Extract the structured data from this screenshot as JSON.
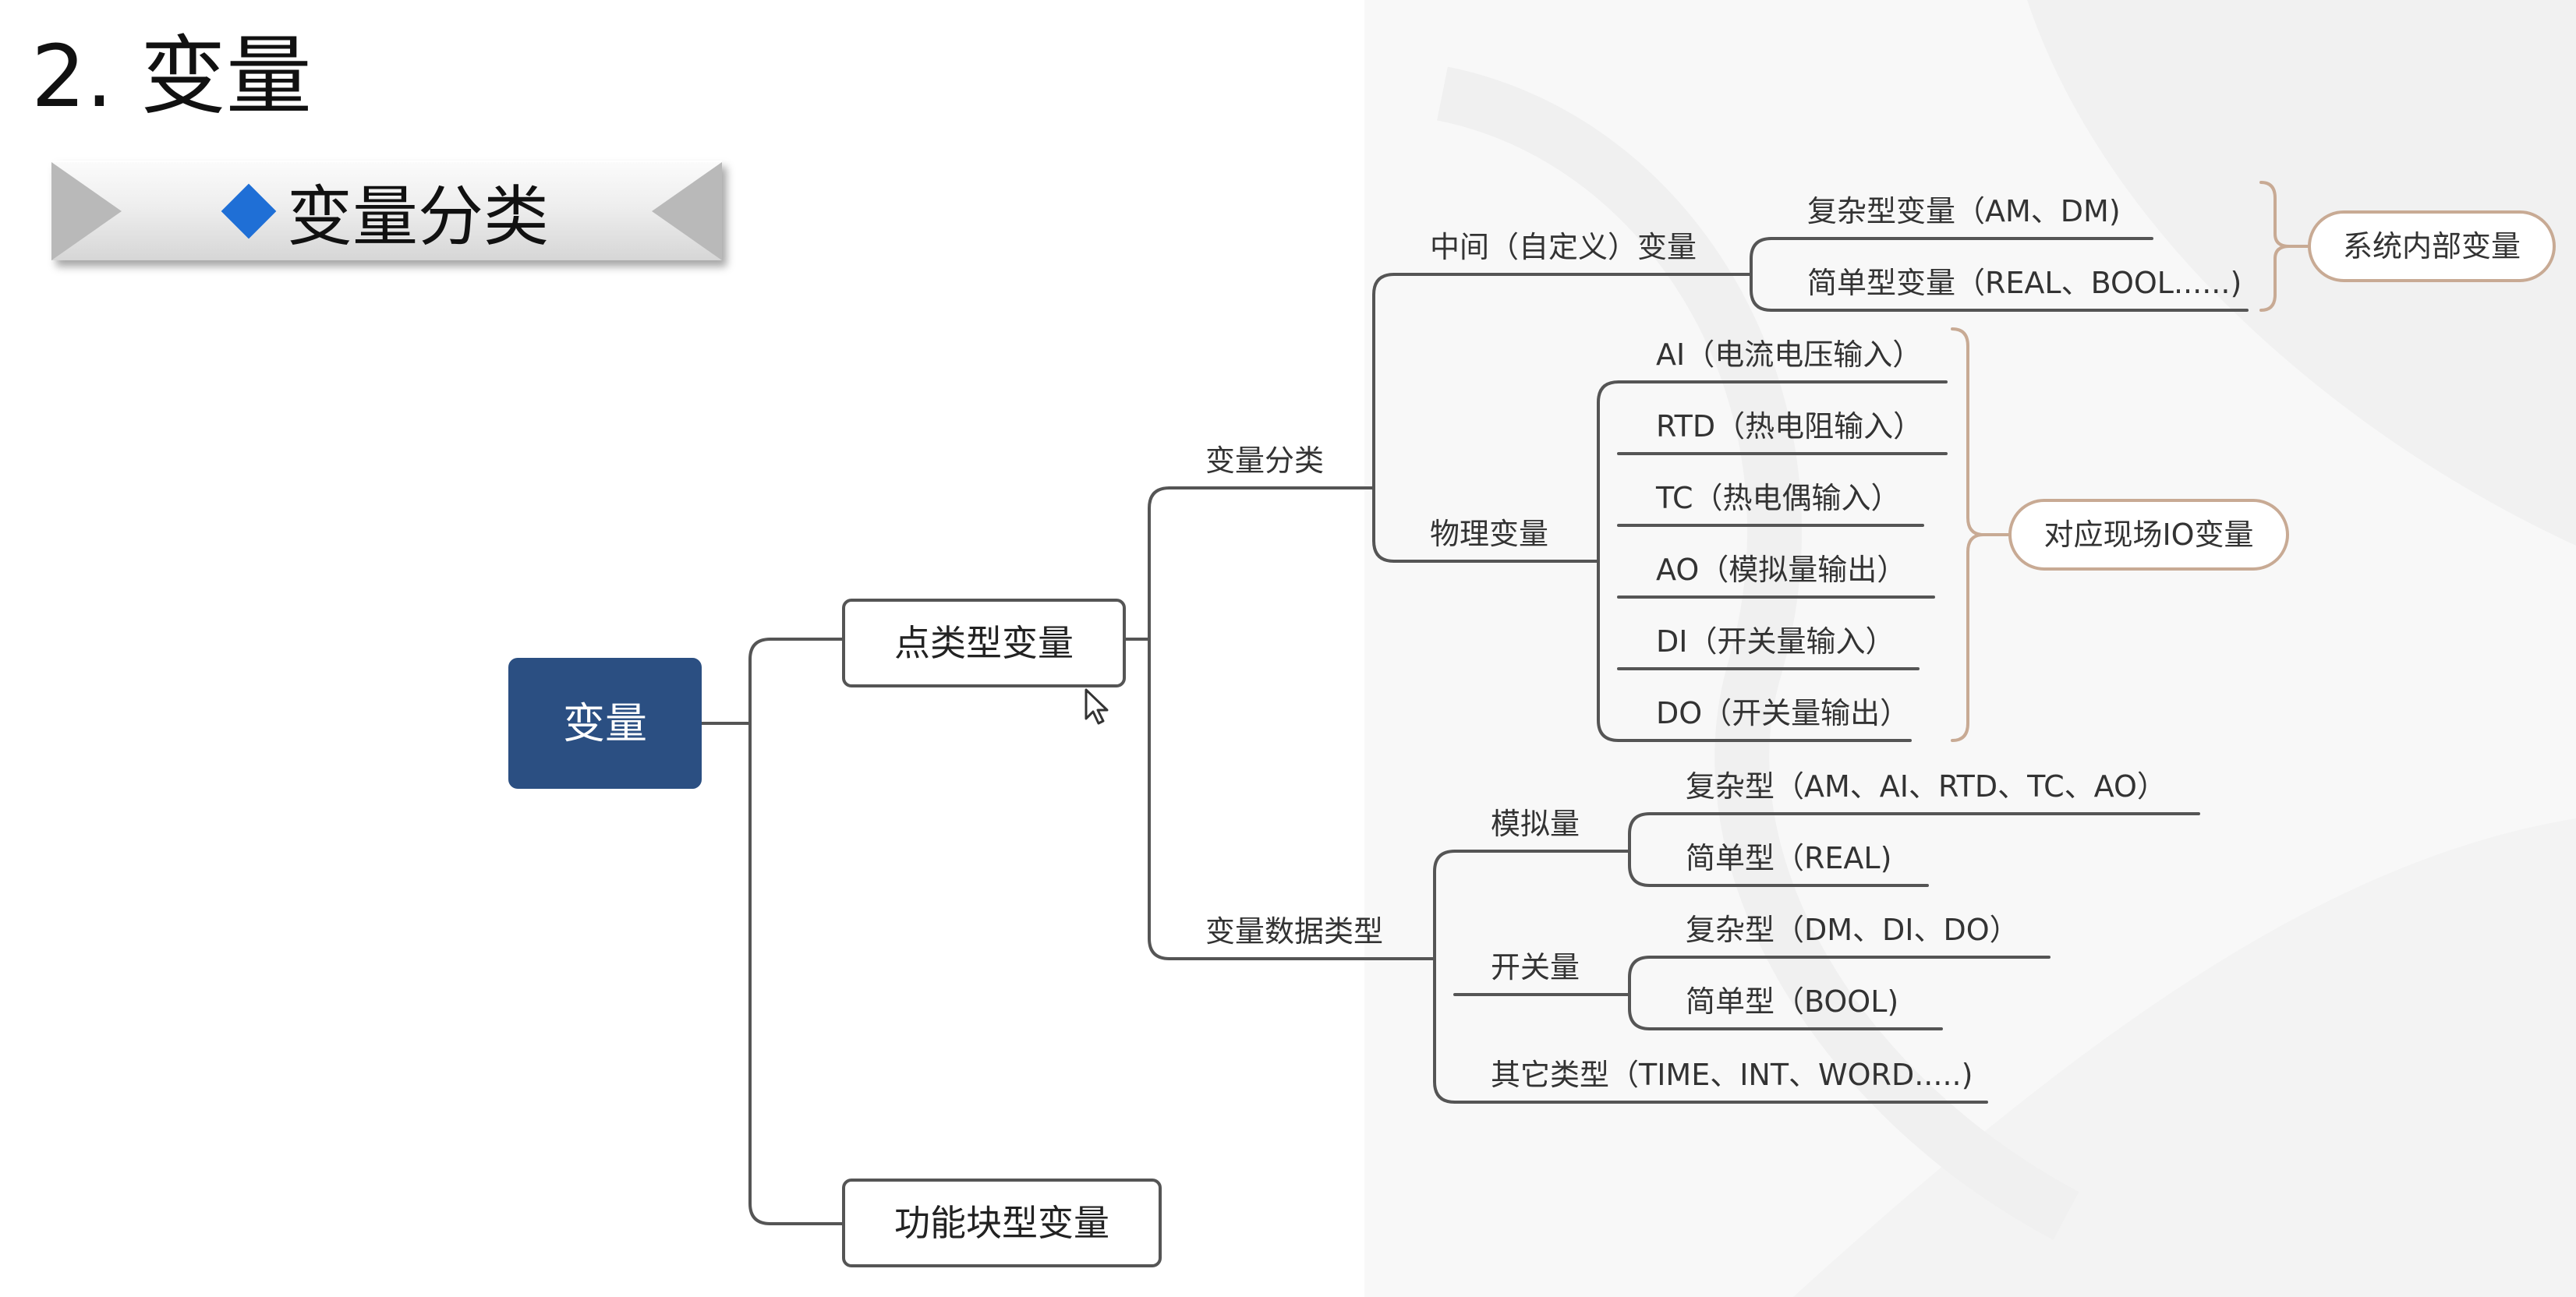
{
  "slide": {
    "title": "2. 变量",
    "banner_text": "变量分类",
    "banner_icon": "diamond-icon",
    "accent_color": "#1f6fd6"
  },
  "mindmap": {
    "root": "变量",
    "root_color": "#2b4f82",
    "line_color": "#555555",
    "bracket_color": "#c8aa94",
    "level1": {
      "point_type": "点类型变量",
      "function_block": "功能块型变量"
    },
    "level2": {
      "classification": "变量分类",
      "data_type": "变量数据类型"
    },
    "level3": {
      "intermediate": "中间（自定义）变量",
      "physical": "物理变量",
      "analog": "模拟量",
      "switch": "开关量",
      "other": "其它类型（TIME、INT、WORD.....)"
    },
    "leaves": {
      "complex_var": "复杂型变量（AM、DM)",
      "simple_var": "简单型变量（REAL、BOOL......)",
      "ai": "AI（电流电压输入）",
      "rtd": "RTD（热电阻输入）",
      "tc": "TC（热电偶输入）",
      "ao": "AO（模拟量输出）",
      "di": "DI（开关量输入）",
      "do": "DO（开关量输出）",
      "analog_complex": "复杂型（AM、AI、RTD、TC、AO）",
      "analog_simple": "简单型（REAL)",
      "switch_complex": "复杂型（DM、DI、DO）",
      "switch_simple": "简单型（BOOL)"
    },
    "notes": {
      "system_internal": "系统内部变量",
      "field_io": "对应现场IO变量"
    }
  }
}
